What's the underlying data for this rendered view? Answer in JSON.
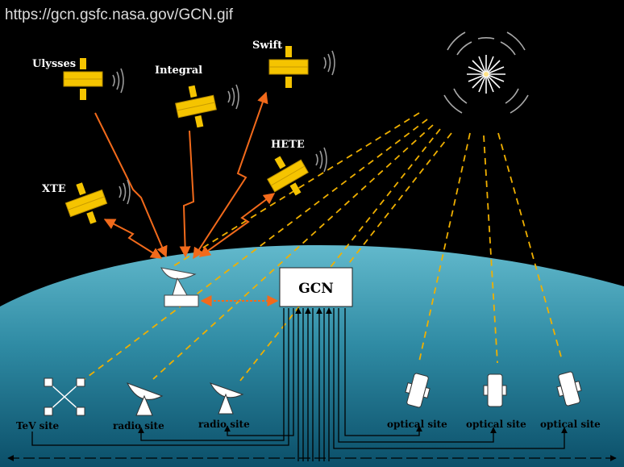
{
  "source_url": "https://gcn.gsfc.nasa.gov/GCN.gif",
  "center_box": "GCN",
  "satellites": [
    {
      "id": "ulysses",
      "label": "Ulysses"
    },
    {
      "id": "integral",
      "label": "Integral"
    },
    {
      "id": "swift",
      "label": "Swift"
    },
    {
      "id": "hete",
      "label": "HETE"
    },
    {
      "id": "xte",
      "label": "XTE"
    }
  ],
  "sites": [
    {
      "id": "tev",
      "label": "TeV site"
    },
    {
      "id": "radio1",
      "label": "radio site"
    },
    {
      "id": "radio2",
      "label": "radio site"
    },
    {
      "id": "optical1",
      "label": "optical site"
    },
    {
      "id": "optical2",
      "label": "optical site"
    },
    {
      "id": "optical3",
      "label": "optical site"
    }
  ],
  "colors": {
    "sky": "#000000",
    "earth_top": "#5fb5c8",
    "earth_bottom": "#0d5670",
    "satellite": "#f5c400",
    "satellite_link": "#f26a1b",
    "burst_link": "#f0b000",
    "wire": "#000000",
    "url_text": "#dcdcdc",
    "label_text": "#ffffff",
    "site_label_text": "#000000"
  }
}
